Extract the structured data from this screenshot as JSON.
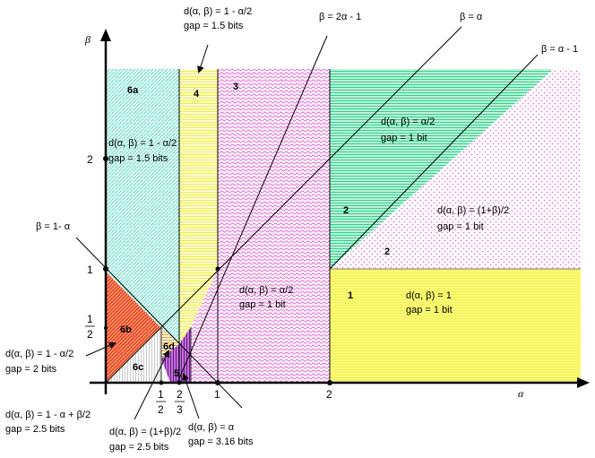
{
  "axes": {
    "x_label": "α",
    "y_label": "β",
    "x_ticks": [
      "1",
      "2",
      "1",
      "2",
      "2",
      "3"
    ],
    "y_ticks": [
      "1",
      "2",
      "1",
      "2"
    ]
  },
  "lines": {
    "l_2a_minus_1": "β = 2α - 1",
    "l_a": "β = α",
    "l_a_minus_1": "β = α - 1",
    "l_1_minus_a": "β = 1- α"
  },
  "regions": {
    "r1": {
      "id": "1",
      "formula": "d(α, β) = 1",
      "gap": "gap = 1 bit"
    },
    "r2": {
      "id": "2",
      "formula_upper": "d(α, β) = α/2",
      "gap_upper": "gap = 1 bit",
      "formula_lower": "d(α, β) = (1+β)/2",
      "gap_lower": "gap = 1 bit"
    },
    "r3": {
      "id": "3",
      "formula": "d(α, β) = α/2",
      "gap": "gap = 1 bit"
    },
    "r4": {
      "id": "4",
      "formula": "d(α, β) = 1 - α/2",
      "gap": "gap = 1.5 bits"
    },
    "r5": {
      "id": "5",
      "formula": "d(α, β) = α",
      "gap": "gap = 3.16 bits"
    },
    "r6a": {
      "id": "6a",
      "formula": "d(α, β) = 1 - α/2",
      "gap": "gap = 1.5 bits"
    },
    "r6b": {
      "id": "6b",
      "formula": "d(α, β) = 1 - α/2",
      "gap": "gap = 2 bits"
    },
    "r6c": {
      "id": "6c",
      "formula": "d(α, β) = 1 - α + β/2",
      "gap": "gap = 2.5 bits"
    },
    "r6d": {
      "id": "6d",
      "formula": "d(α, β) = (1+β)/2",
      "gap": "gap = 2.5 bits"
    }
  },
  "colors": {
    "cyan": "#5fe0c8",
    "yellow": "#f2ef3a",
    "pink": "#e85ad8",
    "green": "#2ed48a",
    "red": "#f04a1e",
    "purple": "#8b2fa8"
  }
}
